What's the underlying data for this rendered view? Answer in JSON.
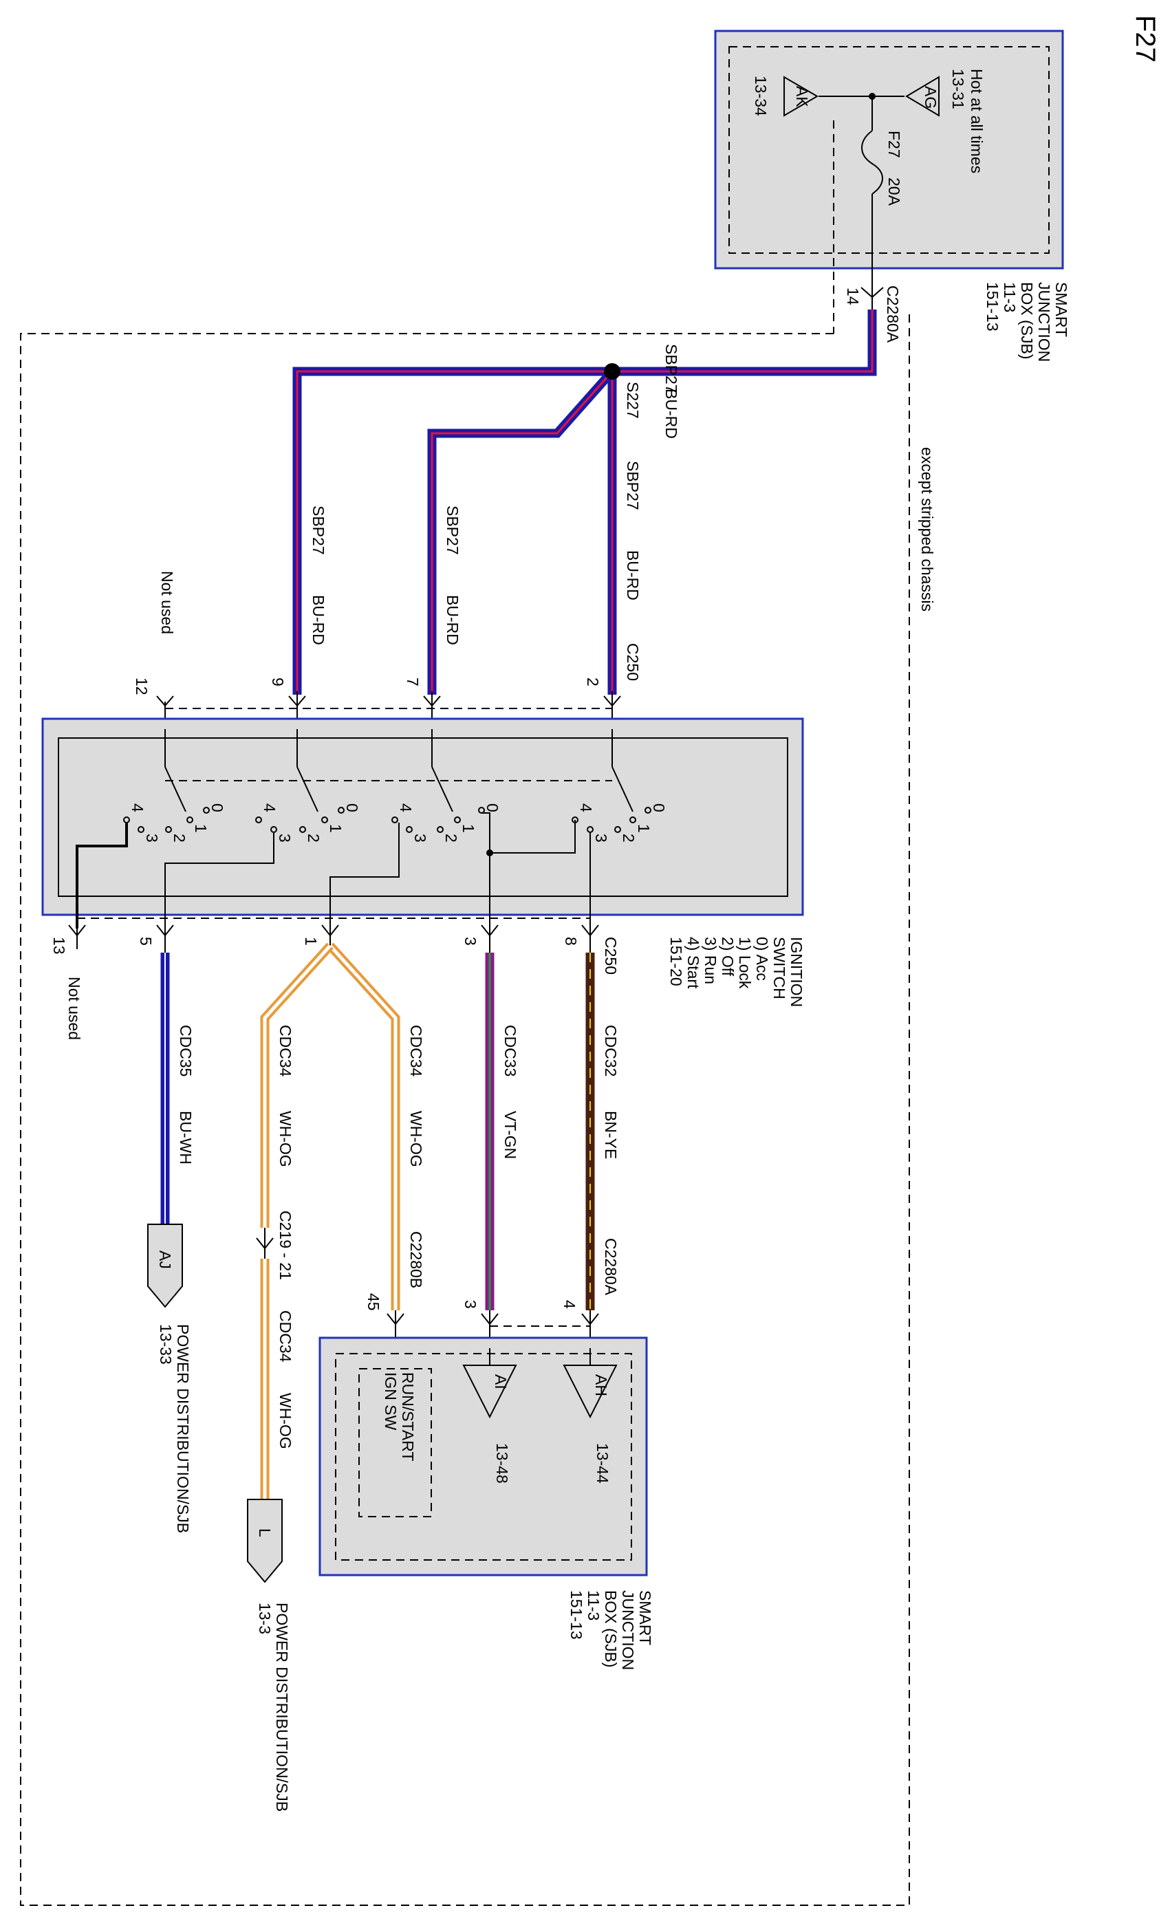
{
  "page_title": "F27",
  "smart_junction_box_top": {
    "name_lines": [
      "SMART",
      "JUNCTION",
      "BOX (SJB)",
      "11-3",
      "151-13"
    ],
    "hot_label": "Hot at all times",
    "terminal_ag": {
      "id": "AG",
      "page": "13-31"
    },
    "terminal_ak": {
      "id": "AK",
      "page": "13-34"
    },
    "fuse": {
      "id": "F27",
      "rating": "20A"
    },
    "connector": "C2280A",
    "pin": "14"
  },
  "condition_note": "except stripped chassis",
  "splice": {
    "id": "S227",
    "circuit": "SBP27",
    "color": "BU-RD"
  },
  "feed_wires": [
    {
      "circuit": "SBP27",
      "color": "BU-RD",
      "connector": "C250",
      "pin": "2"
    },
    {
      "circuit": "SBP27",
      "color": "BU-RD",
      "pin": "7"
    },
    {
      "circuit": "SBP27",
      "color": "BU-RD",
      "pin": "9"
    },
    {
      "label": "Not used",
      "pin": "12"
    }
  ],
  "ignition_switch": {
    "name_lines": [
      "IGNITION",
      "SWITCH",
      "0) Acc",
      "1) Lock",
      "2) Off",
      "3) Run",
      "4) Start",
      "151-20"
    ],
    "connector": "C250",
    "position_labels": [
      "0",
      "1",
      "2",
      "3",
      "4"
    ]
  },
  "output_wires": [
    {
      "pin": "8",
      "circuit": "CDC32",
      "color": "BN-YE",
      "to_connector": "C2280A",
      "to_pin": "4"
    },
    {
      "pin": "3",
      "circuit": "CDC33",
      "color": "VT-GN",
      "to_pin": "3"
    },
    {
      "pin": "1",
      "circuit": "CDC34",
      "color": "WH-OG",
      "to_connector": "C2280B",
      "to_pin": "45"
    },
    {
      "circuit": "CDC34",
      "color": "WH-OG",
      "inline_connector": "C219 - 21"
    },
    {
      "circuit": "CDC34",
      "color": "WH-OG"
    },
    {
      "pin": "5",
      "circuit": "CDC35",
      "color": "BU-WH"
    },
    {
      "pin": "13",
      "label": "Not used"
    }
  ],
  "smart_junction_box_bottom": {
    "name_lines": [
      "SMART",
      "JUNCTION",
      "BOX (SJB)",
      "11-3",
      "151-13"
    ],
    "terminal_ah": {
      "id": "AH",
      "page": "13-44"
    },
    "terminal_ai": {
      "id": "AI",
      "page": "13-48"
    },
    "run_start_label": [
      "RUN/START",
      "IGN SW"
    ]
  },
  "power_distribution_aj": {
    "id": "AJ",
    "label": "POWER DISTRIBUTION/SJB",
    "page": "13-33"
  },
  "power_distribution_l": {
    "id": "L",
    "label": "POWER DISTRIBUTION/SJB",
    "page": "13-3"
  },
  "wire_colors": {
    "blue": "#1a1aa8",
    "red": "#e8103a",
    "violet": "#8a1a8a",
    "green": "#2a9a3a",
    "brown": "#4a1f10",
    "yellow": "#e8d21a",
    "white": "#ffffff",
    "orange": "#e89a3a",
    "box_border": "#2233bb",
    "box_fill": "#dcdcdc"
  }
}
